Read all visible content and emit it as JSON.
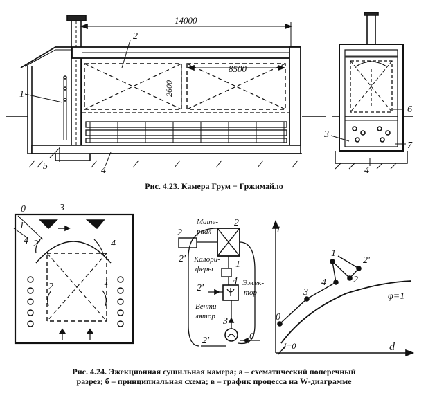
{
  "figure_top": {
    "dims": {
      "length": "14000",
      "inner_length": "8500",
      "height": "2600"
    },
    "labels": {
      "l1": "1",
      "l2": "2",
      "l3": "3",
      "l4": "4",
      "l5": "5",
      "l6": "6",
      "l7": "7",
      "l4b": "4"
    },
    "caption": "Рис. 4.23. Камера Грум − Гржимайло"
  },
  "figure_bottom": {
    "a_labels": {
      "l0": "0",
      "l1": "1",
      "l2": "2'",
      "l3": "3",
      "l4": "4",
      "l5": "2",
      "l6": "1",
      "l7": "4"
    },
    "b_labels": {
      "material": "Мате-",
      "material2": "риал",
      "kalorifery": "Калори-",
      "kalorifery2": "феры",
      "ejektor": "Эжек-",
      "ejektor2": "тор",
      "ventilator": "Венти-",
      "ventilator2": "лятор",
      "n2a": "2",
      "n2b": "2",
      "n2c": "2'",
      "n2d": "2'",
      "n2e": "2'",
      "n1": "1",
      "n4": "4",
      "n3": "3",
      "n0": "0"
    },
    "c_labels": {
      "t": "t",
      "d": "d",
      "phi": "φ=1",
      "J": "J=0",
      "p0": "0",
      "p1": "1",
      "p2": "2",
      "p2p": "2'",
      "p3": "3",
      "p4": "4"
    },
    "caption_line1": "Рис. 4.24. Эжекционная сушильная камера; а – схематический поперечный",
    "caption_line2": "разрез; б – принципиальная схема; в – график процесса на W-диаграмме"
  }
}
